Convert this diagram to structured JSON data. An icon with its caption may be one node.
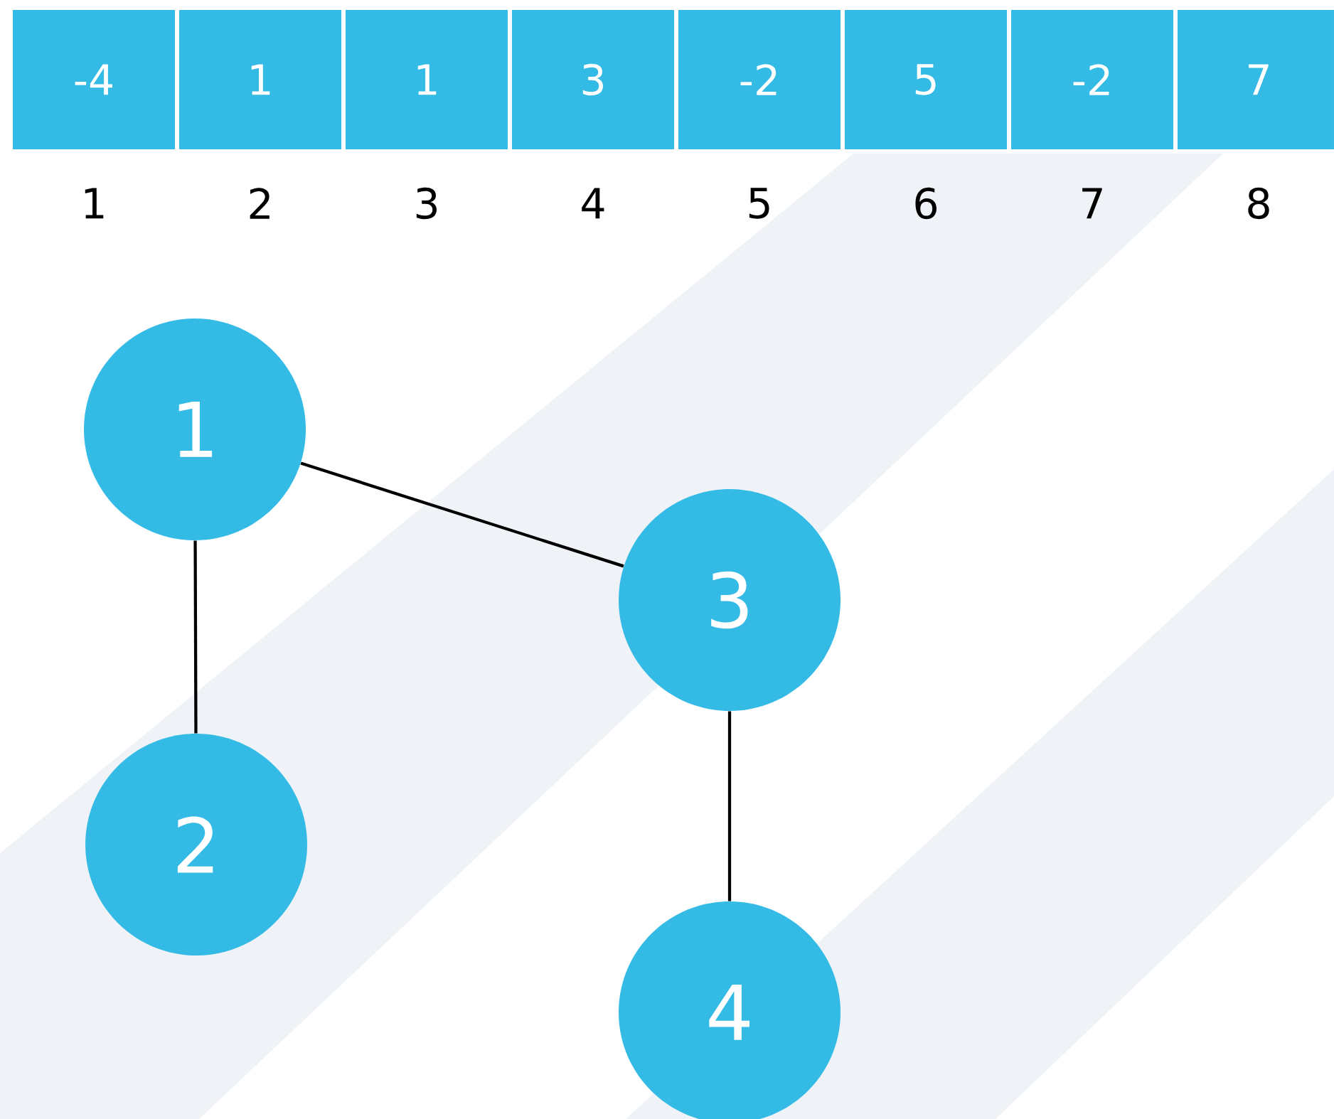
{
  "diagram": {
    "nodes": [
      {
        "text": [
          "-4"
        ],
        "beside": [
          "1"
        ]
      },
      {
        "text": [
          "1"
        ],
        "beside": [
          "2"
        ]
      },
      {
        "text": [
          "1"
        ],
        "beside": [
          "3"
        ]
      },
      {
        "text": [
          "3"
        ],
        "beside": [
          "4"
        ]
      },
      {
        "text": [
          "-2"
        ],
        "beside": [
          "5"
        ]
      },
      {
        "text": [
          "5"
        ],
        "beside": [
          "6"
        ]
      },
      {
        "text": [
          "-2"
        ],
        "beside": [
          "7"
        ]
      },
      {
        "text": [
          "7"
        ],
        "beside": [
          "8"
        ]
      },
      {
        "text": [
          "1"
        ]
      },
      {
        "text": [
          "3"
        ]
      },
      {
        "text": [
          "2"
        ]
      },
      {
        "text": [
          "4"
        ]
      }
    ],
    "edges": [
      {
        "from": 8,
        "to": 9,
        "arrow": "none"
      },
      {
        "from": 8,
        "to": 10,
        "arrow": "none"
      },
      {
        "from": 9,
        "to": 11,
        "arrow": "none"
      }
    ]
  }
}
